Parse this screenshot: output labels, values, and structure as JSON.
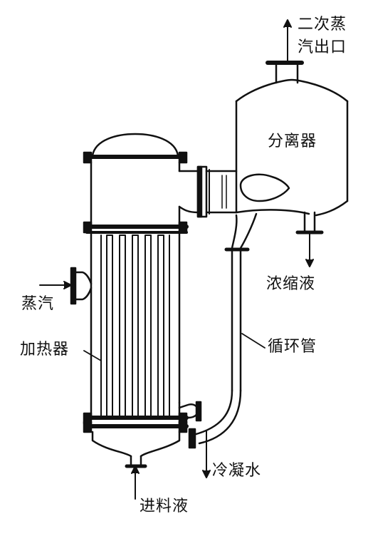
{
  "labels": {
    "secondary_steam_outlet_line1": "二次蒸",
    "secondary_steam_outlet_line2": "汽出口",
    "separator": "分离器",
    "concentrate": "浓缩液",
    "steam": "蒸汽",
    "heater": "加热器",
    "circulation_tube": "循环管",
    "condensate": "冷凝水",
    "feed_liquid": "进料液"
  },
  "colors": {
    "ink": "#111111",
    "background": "#ffffff"
  }
}
